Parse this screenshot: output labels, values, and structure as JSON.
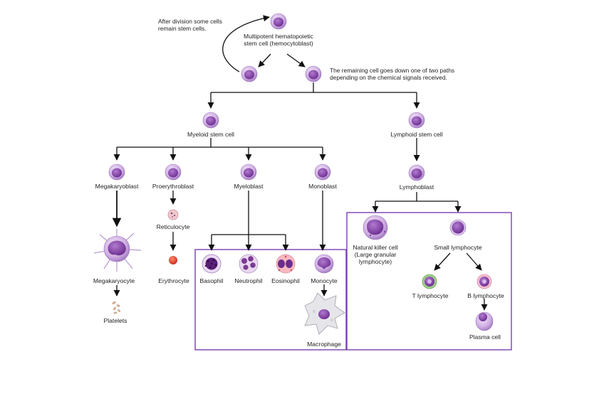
{
  "notes": {
    "division_note": "After division some cells\nremain stem cells.",
    "paths_note": "The remaining cell goes down one of two paths\ndepending on the chemical signals received."
  },
  "cells": {
    "multipotent": "Multipotent hematopoietic\nstem cell (hemocytoblast)",
    "myeloid_stem": "Myeloid stem cell",
    "lymphoid_stem": "Lymphoid stem cell",
    "megakaryoblast": "Megakaryoblast",
    "proerythroblast": "Proerythroblast",
    "myeloblast": "Myeloblast",
    "monoblast": "Monoblast",
    "lymphoblast": "Lymphoblast",
    "reticulocyte": "Reticulocyte",
    "megakaryocyte": "Megakaryocyte",
    "erythrocyte": "Erythrocyte",
    "basophil": "Basophil",
    "neutrophil": "Neutrophil",
    "eosinophil": "Eosinophil",
    "monocyte": "Monocyte",
    "macrophage": "Macrophage",
    "platelets": "Platelets",
    "natural_killer": "Natural killer cell\n(Large granular\nlymphocyte)",
    "small_lymphocyte": "Small lymphocyte",
    "t_lymphocyte": "T lymphocyte",
    "b_lymphocyte": "B lymphocyte",
    "plasma_cell": "Plasma cell"
  },
  "colors": {
    "cell_body": "#c9a6dd",
    "cell_nucleus": "#7e3fa0",
    "box_border": "#7a3fb0",
    "line": "#111111",
    "erythrocyte": "#e0462e",
    "t_cell_ring": "#7fb86a",
    "b_cell_ring": "#e8a8c0"
  }
}
